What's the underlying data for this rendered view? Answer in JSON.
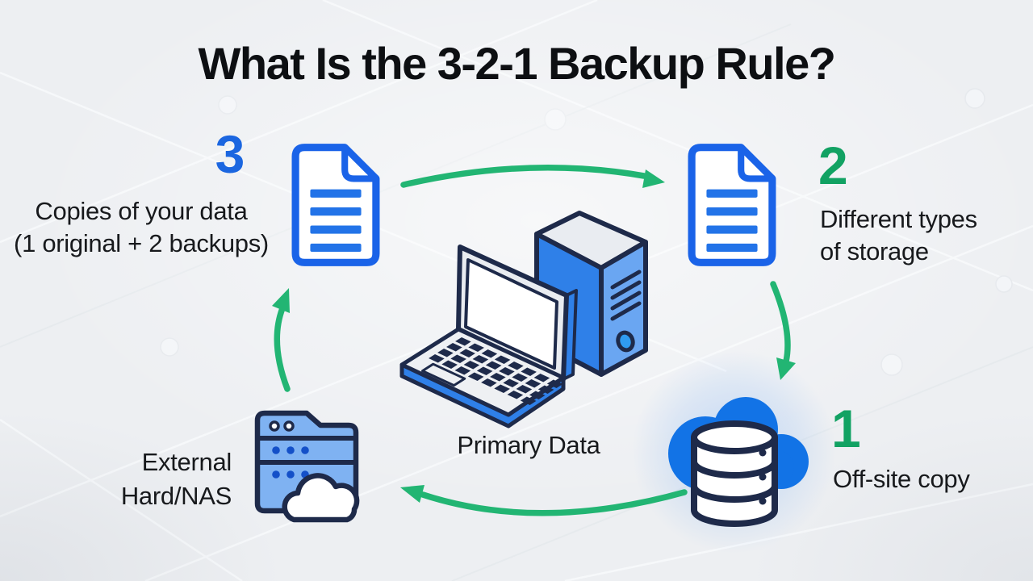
{
  "title": "What Is the 3-2-1 Backup Rule?",
  "items": {
    "copies": {
      "number": "3",
      "line1": "Copies of your data",
      "line2": "(1 original + 2 backups)",
      "icon": "document-icon"
    },
    "storage": {
      "number": "2",
      "line1": "Different types",
      "line2": "of storage",
      "icon": "document-icon"
    },
    "offsite": {
      "number": "1",
      "label": "Off-site copy",
      "icon": "cloud-database-icon"
    }
  },
  "center": {
    "label": "Primary Data",
    "icon": "laptop-and-tower-icon"
  },
  "external_storage": {
    "line1": "External",
    "line2": "Hard/NAS",
    "icon": "nas-cloud-icon"
  },
  "arrows": {
    "direction": "clockwise",
    "count": 4
  },
  "colors": {
    "background": "#edeff2",
    "title_text": "#0d0f12",
    "body_text": "#17191c",
    "blue_number": "#1b66e0",
    "green_number": "#12a263",
    "green_arrow": "#22b573",
    "icon_blue": "#1a63e8",
    "icon_fill_blue": "#2f80e8",
    "icon_light_blue": "#7fb2f2",
    "navy_outline": "#1e2a4a"
  }
}
